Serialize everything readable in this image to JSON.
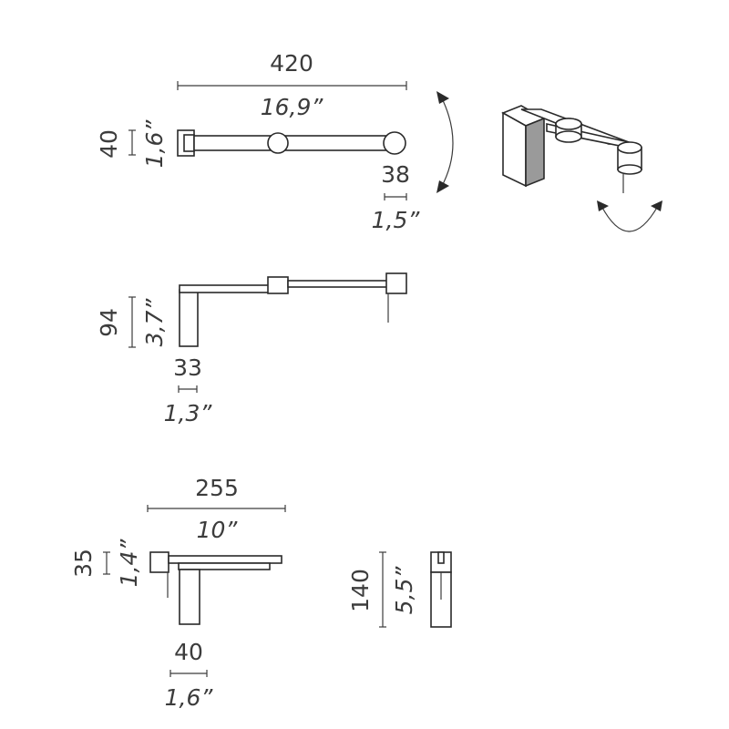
{
  "dimensions": {
    "top_length_mm": "420",
    "top_length_in": "16,9”",
    "top_height_mm": "40",
    "top_height_in": "1,6”",
    "head_diameter_mm": "38",
    "head_diameter_in": "1,5”",
    "side_height_mm": "94",
    "side_height_in": "3,7”",
    "base_width_mm": "33",
    "base_width_in": "1,3”",
    "folded_length_mm": "255",
    "folded_length_in": "10”",
    "folded_height_mm": "35",
    "folded_height_in": "1,4”",
    "folded_base_mm": "40",
    "folded_base_in": "1,6”",
    "front_height_mm": "140",
    "front_height_in": "5,5”"
  },
  "icons": {
    "arm_rotation": "curved-double-arrow-icon",
    "head_rotation": "curved-double-arrow-icon"
  }
}
